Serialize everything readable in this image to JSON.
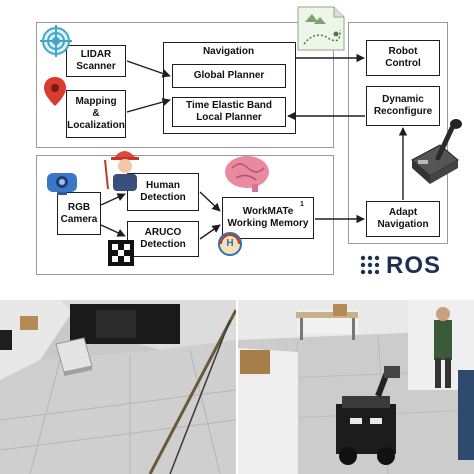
{
  "diagram": {
    "lidar_label": "LIDAR\nScanner",
    "mapping_label": "Mapping\n&\nLocalization",
    "navigation_title": "Navigation",
    "global_planner": "Global Planner",
    "teb_planner": "Time Elastic Band\nLocal Planner",
    "robot_control": "Robot\nControl",
    "dynamic_reconfigure": "Dynamic\nReconfigure",
    "rgb_camera": "RGB\nCamera",
    "human_detection": "Human\nDetection",
    "aruco_detection": "ARUCO\nDetection",
    "workmate": "WorkMATe\nWorking Memory",
    "workmate_sup": "1",
    "adapt_navigation": "Adapt\nNavigation",
    "ros_logo": "ROS",
    "h_badge": "H"
  },
  "colors": {
    "ros_navy": "#1e2e55",
    "brain_pink": "#e98aa0",
    "lidar_teal": "#3fa7c9",
    "map_pin": "#d93b2f"
  },
  "icons": [
    "lidar-target-icon",
    "map-pin-icon",
    "map-icon",
    "webcam-icon",
    "worker-icon",
    "aruco-marker-icon",
    "brain-icon",
    "joystick-icon",
    "ros-logo-icon"
  ]
}
